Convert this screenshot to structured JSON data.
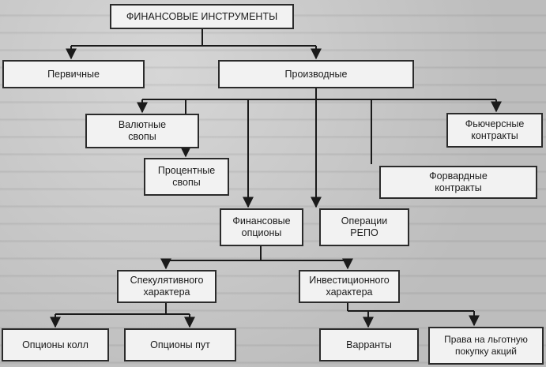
{
  "diagram": {
    "root": "ФИНАНСОВЫЕ ИНСТРУМЕНТЫ",
    "primary": "Первичные",
    "derivatives": "Производные",
    "currency_swaps": "Валютные\nсвопы",
    "interest_swaps": "Процентные\nсвопы",
    "financial_options": "Финансовые\nопционы",
    "repo": "Операции\nРЕПО",
    "forward": "Форвардные\nконтракты",
    "futures": "Фьючерсные\nконтракты",
    "speculative": "Спекулятивного\nхарактера",
    "investment": "Инвестиционного\nхарактера",
    "call_options": "Опционы колл",
    "put_options": "Опционы пут",
    "warrants": "Варранты",
    "preemptive_rights": "Права на льготную\nпокупку акций"
  }
}
